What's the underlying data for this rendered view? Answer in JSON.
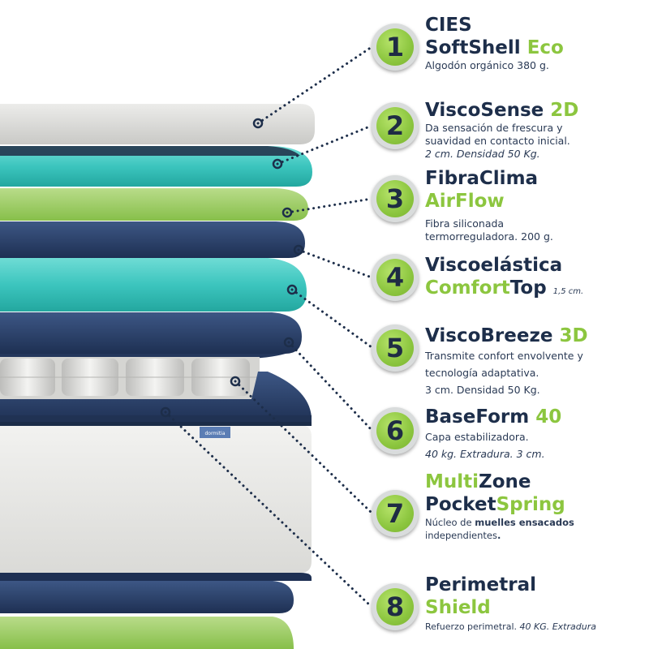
{
  "layers": [
    {
      "number": "1",
      "line1": "CIES",
      "line2_dark": "SoftShell",
      "line2_green": "Eco",
      "desc": "Algodón orgánico 380 g."
    },
    {
      "number": "2",
      "title_dark": "ViscoSense",
      "title_green": "2D",
      "desc1": "Da sensación de frescura y",
      "desc2": "suavidad en contacto inicial.",
      "desc3": "2 cm. Densidad 50 Kg."
    },
    {
      "number": "3",
      "line1": "FibraClima",
      "line2": "AirFlow",
      "desc1": "Fibra siliconada",
      "desc2": "termorreguladora. 200 g."
    },
    {
      "number": "4",
      "line1": "Viscoelástica",
      "line2_green": "Comfort",
      "line2_dark": "Top",
      "size": "1,5 cm."
    },
    {
      "number": "5",
      "title_dark": "ViscoBreeze",
      "title_green": "3D",
      "desc1": "Transmite confort envolvente y",
      "desc2": "tecnología adaptativa.",
      "desc3": "3 cm. Densidad 50 Kg."
    },
    {
      "number": "6",
      "title_dark": "BaseForm",
      "title_green": "40",
      "desc1": "Capa estabilizadora.",
      "desc2": "40 kg. Extradura. 3 cm."
    },
    {
      "number": "7",
      "line1_green": "Multi",
      "line1_dark": "Zone",
      "line2_dark": "Pocket",
      "line2_green": "Spring",
      "desc_a": "Núcleo de ",
      "desc_b": "muelles ensacados",
      "desc_c": "independientes",
      "desc_d": "."
    },
    {
      "number": "8",
      "line1": "Perimetral",
      "line2": "Shield",
      "desc_a": "Refuerzo perimetral.",
      "desc_b": "40 KG. Extradura"
    }
  ],
  "brand_label": "dormitia",
  "colors": {
    "navy": "#1d2e4a",
    "green": "#8cc63f",
    "teal": "#3ec6c0",
    "blue": "#2e4570",
    "grey": "#dcdcda"
  }
}
